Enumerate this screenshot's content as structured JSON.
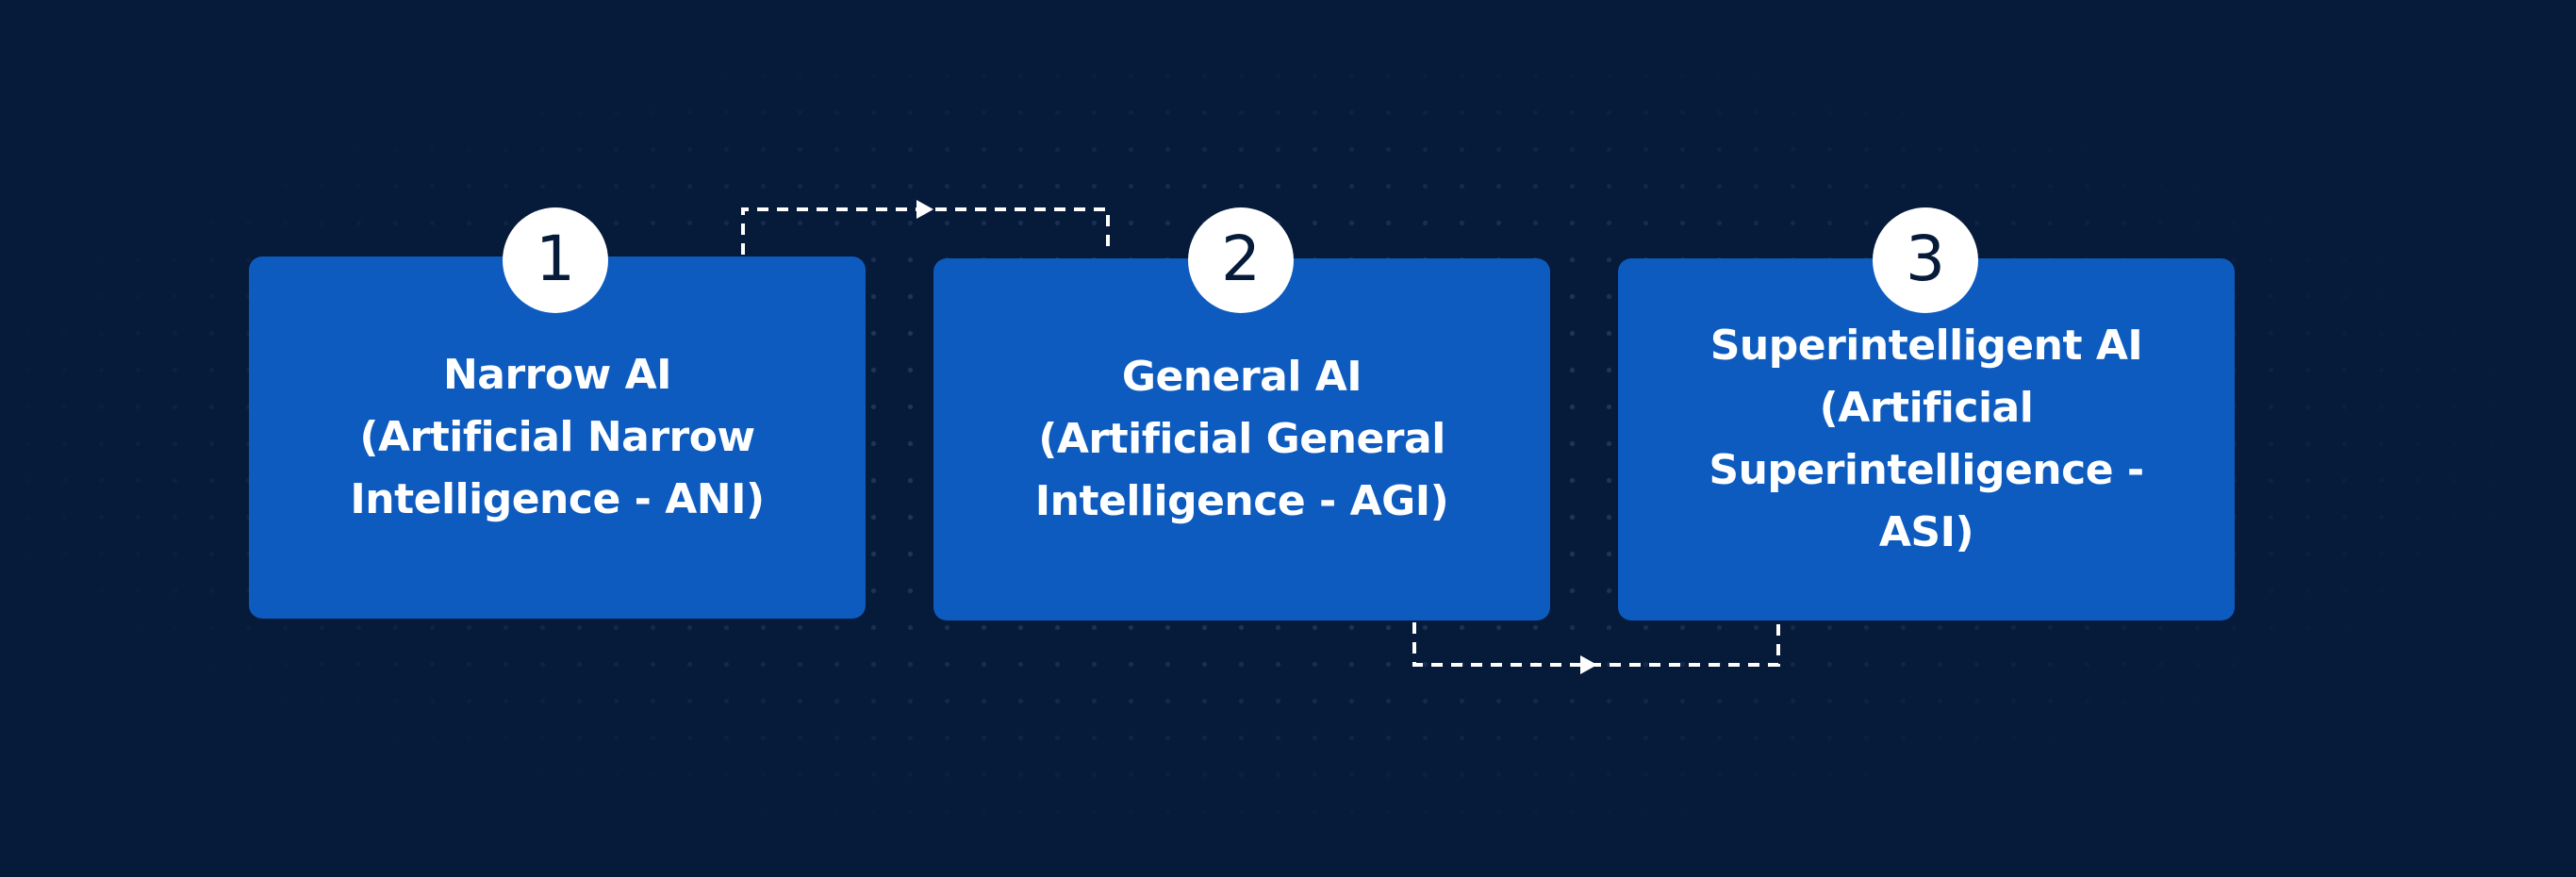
{
  "stages": [
    {
      "number": "1",
      "title": "Narrow AI (Artificial Narrow Intelligence - ANI)"
    },
    {
      "number": "2",
      "title": "General AI (Artificial General Intelligence - AGI)"
    },
    {
      "number": "3",
      "title": "Superintelligent AI (Artificial Superintelligence - ASI)"
    }
  ],
  "colors": {
    "background": "#061a3a",
    "card": "#0d5bbf",
    "badge": "#ffffff",
    "text": "#ffffff",
    "connector": "#ffffff"
  }
}
